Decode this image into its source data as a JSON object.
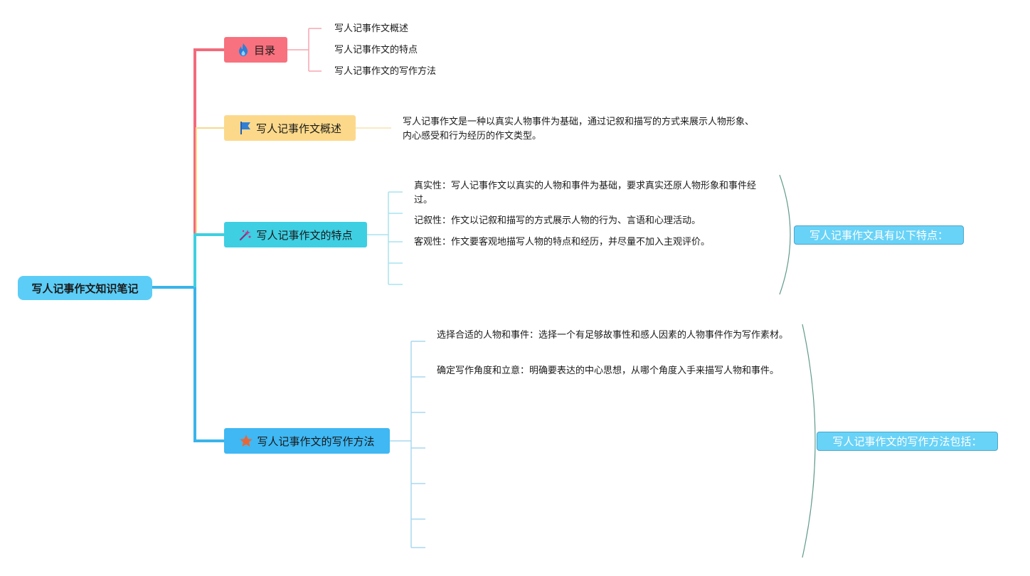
{
  "root": {
    "label": "写人记事作文知识笔记",
    "color": "#5ccdf6"
  },
  "branches": {
    "toc": {
      "label": "目录",
      "icon": "fire-icon",
      "color": "#f8717e",
      "line_color": "#f26b7b",
      "items": [
        "写人记事作文概述",
        "写人记事作文的特点",
        "写人记事作文的写作方法"
      ]
    },
    "overview": {
      "label": "写人记事作文概述",
      "icon": "flag-icon",
      "color": "#fcd98a",
      "line_color": "#f7d98e",
      "text": "写人记事作文是一种以真实人物事件为基础，通过记叙和描写的方式来展示人物形象、内心感受和行为经历的作文类型。"
    },
    "features": {
      "label": "写人记事作文的特点",
      "icon": "sparkle-icon",
      "color": "#3ecfe3",
      "line_color": "#3fcfe0",
      "items": [
        "真实性：写人记事作文以真实的人物和事件为基础，要求真实还原人物形象和事件经过。",
        "记叙性：作文以记叙和描写的方式展示人物的行为、言语和心理活动。",
        "客观性：作文要客观地描写人物的特点和经历，并尽量不加入主观评价。"
      ],
      "summary": "写人记事作文具有以下特点："
    },
    "methods": {
      "label": "写人记事作文的写作方法",
      "icon": "star-icon",
      "color": "#3fb8f4",
      "line_color": "#3ab4ea",
      "items": [
        "选择合适的人物和事件：选择一个有足够故事性和感人因素的人物事件作为写作素材。",
        "确定写作角度和立意：明确要表达的中心思想，从哪个角度入手来描写人物和事件。"
      ],
      "summary": "写人记事作文的写作方法包括："
    }
  },
  "colors": {
    "summary_fill": "#69d2f7",
    "summary_border": "#4aa6c9",
    "brace": "#5f9a8c",
    "sub_line": "#a8e3ef"
  }
}
